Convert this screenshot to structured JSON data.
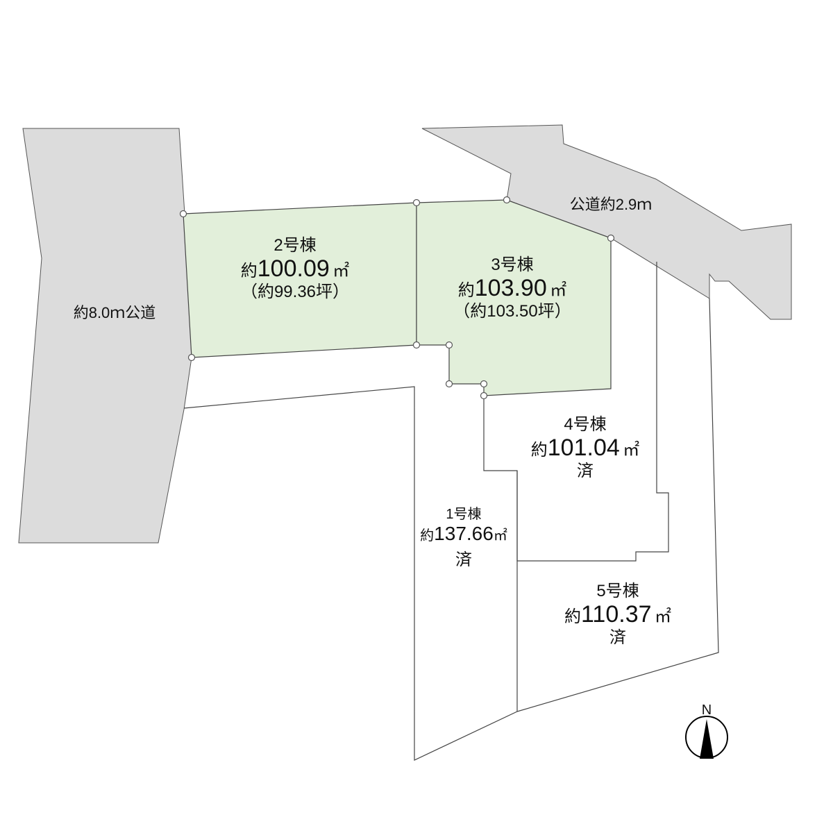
{
  "roads": {
    "west": "約8.0ｍ公道",
    "north": "公道約2.9ｍ"
  },
  "lots": [
    {
      "name": "2号棟",
      "area_prefix": "約",
      "area": "100.09",
      "unit": "㎡",
      "tsubo": "（約99.36坪）",
      "status": "",
      "highlight": true
    },
    {
      "name": "3号棟",
      "area_prefix": "約",
      "area": "103.90",
      "unit": "㎡",
      "tsubo": "（約103.50坪）",
      "status": "",
      "highlight": true
    },
    {
      "name": "4号棟",
      "area_prefix": "約",
      "area": "101.04",
      "unit": "㎡",
      "status": "済"
    },
    {
      "name": "1号棟",
      "area_prefix": "約",
      "area": "137.66",
      "unit": "㎡",
      "status": "済"
    },
    {
      "name": "5号棟",
      "area_prefix": "約",
      "area": "110.37",
      "unit": "㎡",
      "status": "済"
    }
  ],
  "north_arrow": "N",
  "colors": {
    "road": "#dcdcdc",
    "highlight": "#e2efda",
    "line": "#333333"
  }
}
